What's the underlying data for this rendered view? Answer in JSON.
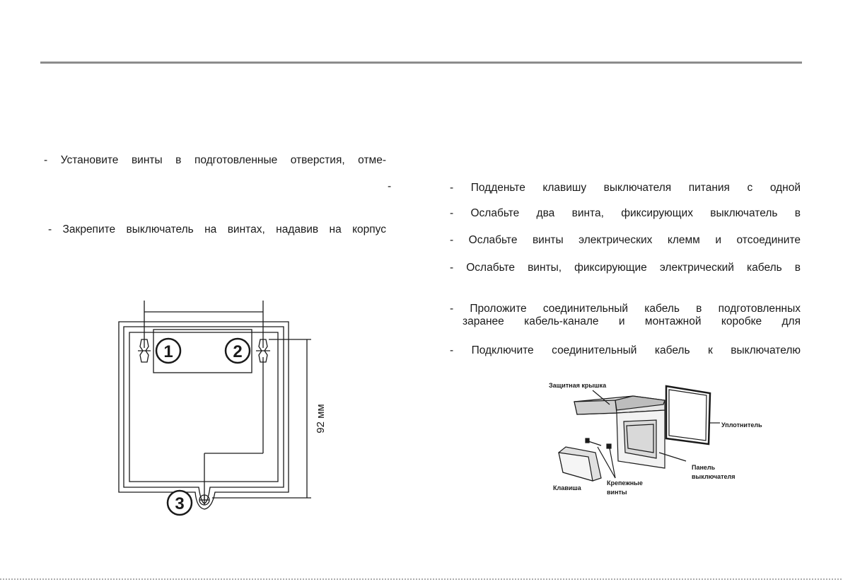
{
  "left": {
    "item1": "- Установите винты в подготовленные отверстия, отме-",
    "dash": "-",
    "item2": "- Закрепите выключатель на винтах, надавив на корпус"
  },
  "right": {
    "items": [
      "- Подденьте клавишу выключателя питания с одной",
      "- Ослабьте два винта, фиксирующих выключатель в",
      "- Ослабьте винты электрических клемм и отсоедините",
      "- Ослабьте винты, фиксирующие электрический кабель в",
      "- Проложите соединительный кабель в подготовленных",
      "заранее кабель-канале и монтажной коробке для",
      "- Подключите соединительный кабель к выключателю"
    ]
  },
  "diagram": {
    "num1": "1",
    "num2": "2",
    "num3": "3",
    "dimension": "92 мм"
  },
  "illustration": {
    "label_cover": "Защитная крышка",
    "label_seal": "Уплотнитель",
    "label_panel_1": "Панель",
    "label_panel_2": "выключателя",
    "label_screws_1": "Крепежные",
    "label_screws_2": "винты",
    "label_key": "Клавиша"
  }
}
